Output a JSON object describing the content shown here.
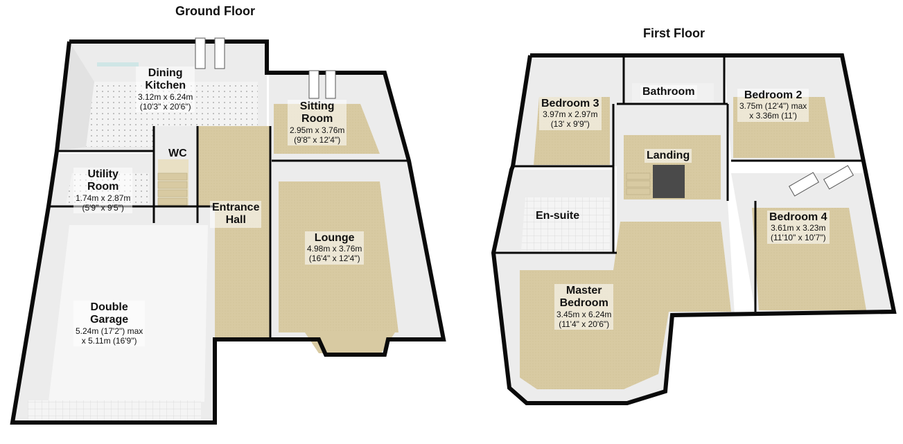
{
  "ground_floor": {
    "title": "Ground Floor",
    "rooms": [
      {
        "id": "dining-kitchen",
        "name_lines": [
          "Dining",
          "Kitchen"
        ],
        "lines": [
          "3.12m x 6.24m",
          "(10'3\" x 20'6\")"
        ]
      },
      {
        "id": "sitting-room",
        "name_lines": [
          "Sitting",
          "Room"
        ],
        "lines": [
          "2.95m x 3.76m",
          "(9'8\" x 12'4\")"
        ]
      },
      {
        "id": "wc",
        "name_lines": [
          "WC"
        ],
        "lines": []
      },
      {
        "id": "utility-room",
        "name_lines": [
          "Utility",
          "Room"
        ],
        "lines": [
          "1.74m x 2.87m",
          "(5'9\" x 9'5\")"
        ]
      },
      {
        "id": "entrance-hall",
        "name_lines": [
          "Entrance",
          "Hall"
        ],
        "lines": []
      },
      {
        "id": "lounge",
        "name_lines": [
          "Lounge"
        ],
        "lines": [
          "4.98m x 3.76m",
          "(16'4\" x 12'4\")"
        ]
      },
      {
        "id": "double-garage",
        "name_lines": [
          "Double",
          "Garage"
        ],
        "lines": [
          "5.24m (17'2\") max",
          "x 5.11m (16'9\")"
        ]
      }
    ]
  },
  "first_floor": {
    "title": "First Floor",
    "rooms": [
      {
        "id": "bedroom-3",
        "name_lines": [
          "Bedroom 3"
        ],
        "lines": [
          "3.97m x 2.97m",
          "(13' x 9'9\")"
        ]
      },
      {
        "id": "bathroom",
        "name_lines": [
          "Bathroom"
        ],
        "lines": []
      },
      {
        "id": "bedroom-2",
        "name_lines": [
          "Bedroom 2"
        ],
        "lines": [
          "3.75m (12'4\") max",
          "x 3.36m (11')"
        ]
      },
      {
        "id": "landing",
        "name_lines": [
          "Landing"
        ],
        "lines": []
      },
      {
        "id": "en-suite",
        "name_lines": [
          "En-suite"
        ],
        "lines": []
      },
      {
        "id": "bedroom-4",
        "name_lines": [
          "Bedroom 4"
        ],
        "lines": [
          "3.61m x 3.23m",
          "(11'10\" x 10'7\")"
        ]
      },
      {
        "id": "master-bedroom",
        "name_lines": [
          "Master",
          "Bedroom"
        ],
        "lines": [
          "3.45m x 6.24m",
          "(11'4\" x 20'6\")"
        ]
      }
    ]
  },
  "colors": {
    "wall": "#0a0a0a",
    "inner_wall": "#e9e9e9",
    "carpet": "#d9cba3",
    "tile": "#f2f2f2",
    "garage_floor": "#f4f4f4",
    "window": "#cfe6e6"
  }
}
